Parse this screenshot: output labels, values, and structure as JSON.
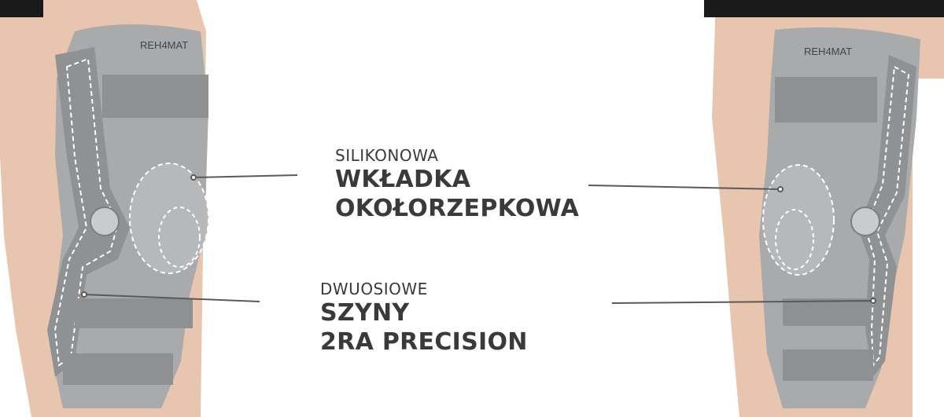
{
  "callouts": [
    {
      "small": "SILIKONOWA",
      "big_line1": "WKŁADKA",
      "big_line2": "OKOŁORZEPKOWA"
    },
    {
      "small": "DWUOSIOWE",
      "big_line1": "SZYNY",
      "big_line2": "2RA PRECISION"
    }
  ],
  "brand_logo_text": "REH4MAT",
  "colors": {
    "background": "#ffffff",
    "brace": "#a9abad",
    "strap": "#8e9092",
    "skin": "#e9c7b2",
    "text": "#3a3a3a",
    "leader_line": "#5a5a5a"
  }
}
